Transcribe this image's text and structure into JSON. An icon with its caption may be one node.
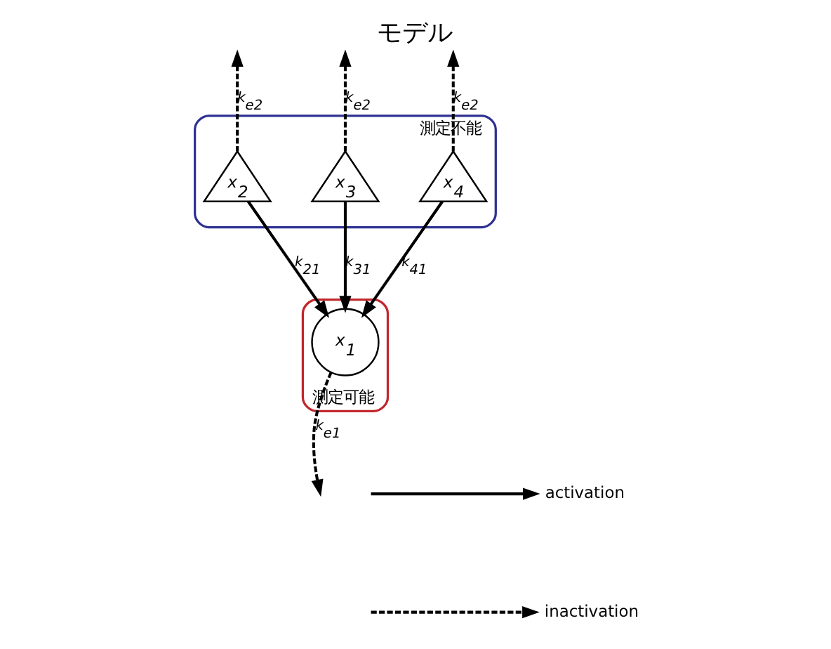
{
  "diagram": {
    "title": "モデル",
    "nodes": [
      {
        "text": [
          "測定不能"
        ]
      },
      {
        "text": [
          "x$_{2}$"
        ],
        "in": 0
      },
      {
        "text": [
          "x$_{3}$"
        ],
        "in": 0
      },
      {
        "text": [
          "x$_{4}$"
        ],
        "in": 0
      },
      {
        "text": [
          "測定可能"
        ]
      },
      {
        "text": [
          "x$_{1}$"
        ],
        "in": 4
      }
    ],
    "edges": [
      {
        "from": 1,
        "to": null,
        "arrow": "to",
        "style": "dashed",
        "label": "k$_{e2}$"
      },
      {
        "from": 2,
        "to": null,
        "arrow": "to",
        "style": "dashed",
        "label": "k$_{e2}$"
      },
      {
        "from": 3,
        "to": null,
        "arrow": "to",
        "style": "dashed",
        "label": "k$_{e2}$"
      },
      {
        "from": 1,
        "to": 5,
        "arrow": "to",
        "label": "k$_{21}$"
      },
      {
        "from": 2,
        "to": 5,
        "arrow": "to",
        "label": "k$_{31}$"
      },
      {
        "from": 3,
        "to": 5,
        "arrow": "to",
        "label": "k$_{41}$"
      },
      {
        "from": 5,
        "to": null,
        "arrow": "to",
        "style": "dashed",
        "label": "k$_{e1}$"
      }
    ],
    "legend": [
      {
        "text": "activation"
      },
      {
        "text": "inactivation"
      }
    ]
  }
}
